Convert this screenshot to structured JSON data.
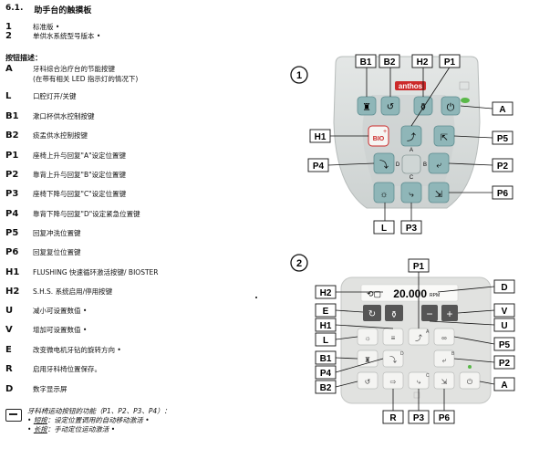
{
  "heading": {
    "number": "6.1.",
    "title": "助手台的触摸板"
  },
  "versions": [
    {
      "num": "1",
      "text": "标准版 •"
    },
    {
      "num": "2",
      "text": "单供水系统型号版本 •"
    }
  ],
  "legend_title": "按钮描述：",
  "legend": [
    {
      "key": "A",
      "lines": [
        "牙科综合治疗台的节能按键",
        "(在带有相关 LED 指示灯的情况下)"
      ]
    },
    {
      "key": "L",
      "lines": [
        "口腔灯开/关键"
      ]
    },
    {
      "key": "B1",
      "lines": [
        "漱口杯供水控制按键"
      ]
    },
    {
      "key": "B2",
      "lines": [
        "痰盂供水控制按键"
      ]
    },
    {
      "key": "P1",
      "lines": [
        "座椅上升与回复\"A\"设定位置键"
      ]
    },
    {
      "key": "P2",
      "lines": [
        "靠背上升与回复\"B\"设定位置键"
      ]
    },
    {
      "key": "P3",
      "lines": [
        "座椅下降与回复\"C\"设定位置键"
      ]
    },
    {
      "key": "P4",
      "lines": [
        "靠背下降与回复\"D\"设定紧急位置键"
      ]
    },
    {
      "key": "P5",
      "lines": [
        "回复冲洗位置键"
      ]
    },
    {
      "key": "P6",
      "lines": [
        "回复复位位置键"
      ]
    },
    {
      "key": "H1",
      "lines": [
        "FLUSHING 快速循环激活按键/ BIOSTER"
      ]
    },
    {
      "key": "H2",
      "lines": [
        "S.H.S. 系统启用/停用按键"
      ]
    },
    {
      "key": "U",
      "lines": [
        "减小可设置数值 •"
      ]
    },
    {
      "key": "V",
      "lines": [
        "增加可设置数值 •"
      ]
    },
    {
      "key": "E",
      "lines": [
        "改变微电机牙钻的旋转方向 •"
      ]
    },
    {
      "key": "R",
      "lines": [
        "启用牙科椅位置保存。"
      ]
    },
    {
      "key": "D",
      "lines": [
        "数字显示屏"
      ]
    }
  ],
  "note": {
    "intro": "牙科椅运动按钮的功能（P1、P2、P3、P4）：",
    "short_label": "短按",
    "short_text": "：设定位置调用的自动移动激活 •",
    "long_label": "长按",
    "long_text": "：手动定位运动激活 •"
  },
  "panel1": {
    "number": "1",
    "brand": "anthos",
    "bio_label": "BIO",
    "letters": {
      "a": "A",
      "b": "B",
      "c": "C",
      "d": "D"
    },
    "callouts": {
      "b1": "B1",
      "b2": "B2",
      "h2": "H2",
      "p1": "P1",
      "a": "A",
      "h1": "H1",
      "p5": "P5",
      "p4": "P4",
      "p2": "P2",
      "p6": "P6",
      "l": "L",
      "p3": "P3"
    }
  },
  "panel2": {
    "number": "2",
    "display_value": "20.000",
    "display_unit": "RPM",
    "letters": {
      "a": "A",
      "b": "B",
      "c": "C",
      "d": "D"
    },
    "callouts": {
      "p1": "P1",
      "h2": "H2",
      "d": "D",
      "e": "E",
      "v": "V",
      "h1": "H1",
      "u": "U",
      "l": "L",
      "p5": "P5",
      "b1": "B1",
      "p2": "P2",
      "p4": "P4",
      "b2": "B2",
      "a": "A",
      "r": "R",
      "p3": "P3",
      "p6": "P6"
    }
  },
  "colors": {
    "panel1_body": "#d8dcda",
    "panel1_key": "#8fb6b8",
    "panel2_body": "#e1e2e0",
    "panel2_key": "#f0f0ee",
    "led_green": "#59b848",
    "brand_red": "#cc2a2a"
  }
}
